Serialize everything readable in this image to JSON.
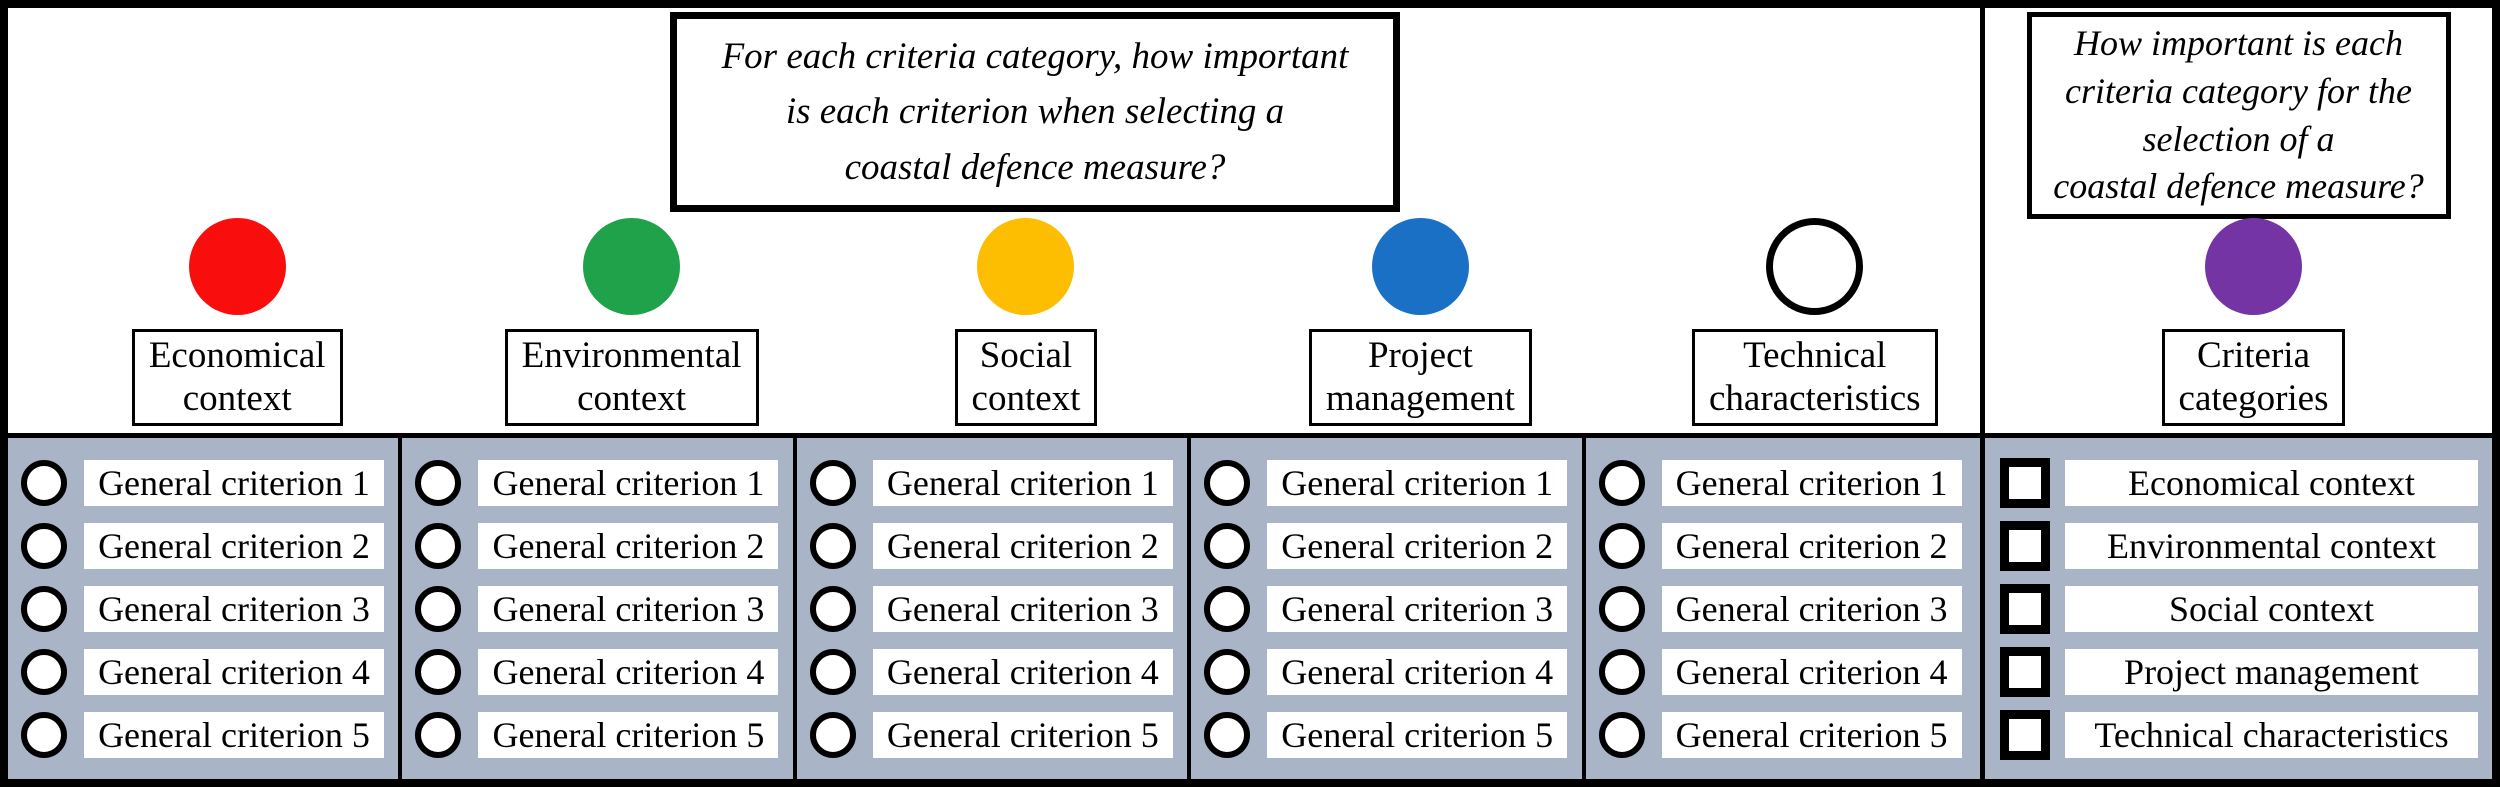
{
  "colors": {
    "panel_bg": "#aab4c7",
    "border": "#000000"
  },
  "questions": {
    "main": {
      "lines": [
        "For each criteria category, how important",
        "is each criterion when selecting a",
        "coastal defence measure?"
      ]
    },
    "side": {
      "lines": [
        "How important is each",
        "criteria category for the",
        "selection of a",
        "coastal defence measure?"
      ]
    }
  },
  "categories": [
    {
      "label": "Economical context",
      "color": "#f90d0d",
      "icon": "red-circle-icon",
      "outlined": false
    },
    {
      "label": "Environmental context",
      "color": "#1fa24a",
      "icon": "green-circle-icon",
      "outlined": false
    },
    {
      "label": "Social context",
      "color": "#fdbd00",
      "icon": "yellow-circle-icon",
      "outlined": false
    },
    {
      "label": "Project management",
      "color": "#1a70c5",
      "icon": "blue-circle-icon",
      "outlined": false
    },
    {
      "label": "Technical characteristics",
      "color": "#ffffff",
      "icon": "white-circle-icon",
      "outlined": true
    }
  ],
  "side_category": {
    "label": "Criteria categories",
    "color": "#7434a4",
    "icon": "purple-circle-icon"
  },
  "criteria": [
    "General criterion 1",
    "General criterion 2",
    "General criterion 3",
    "General criterion 4",
    "General criterion 5"
  ],
  "side_list": [
    "Economical context",
    "Environmental context",
    "Social context",
    "Project management",
    "Technical characteristics"
  ]
}
